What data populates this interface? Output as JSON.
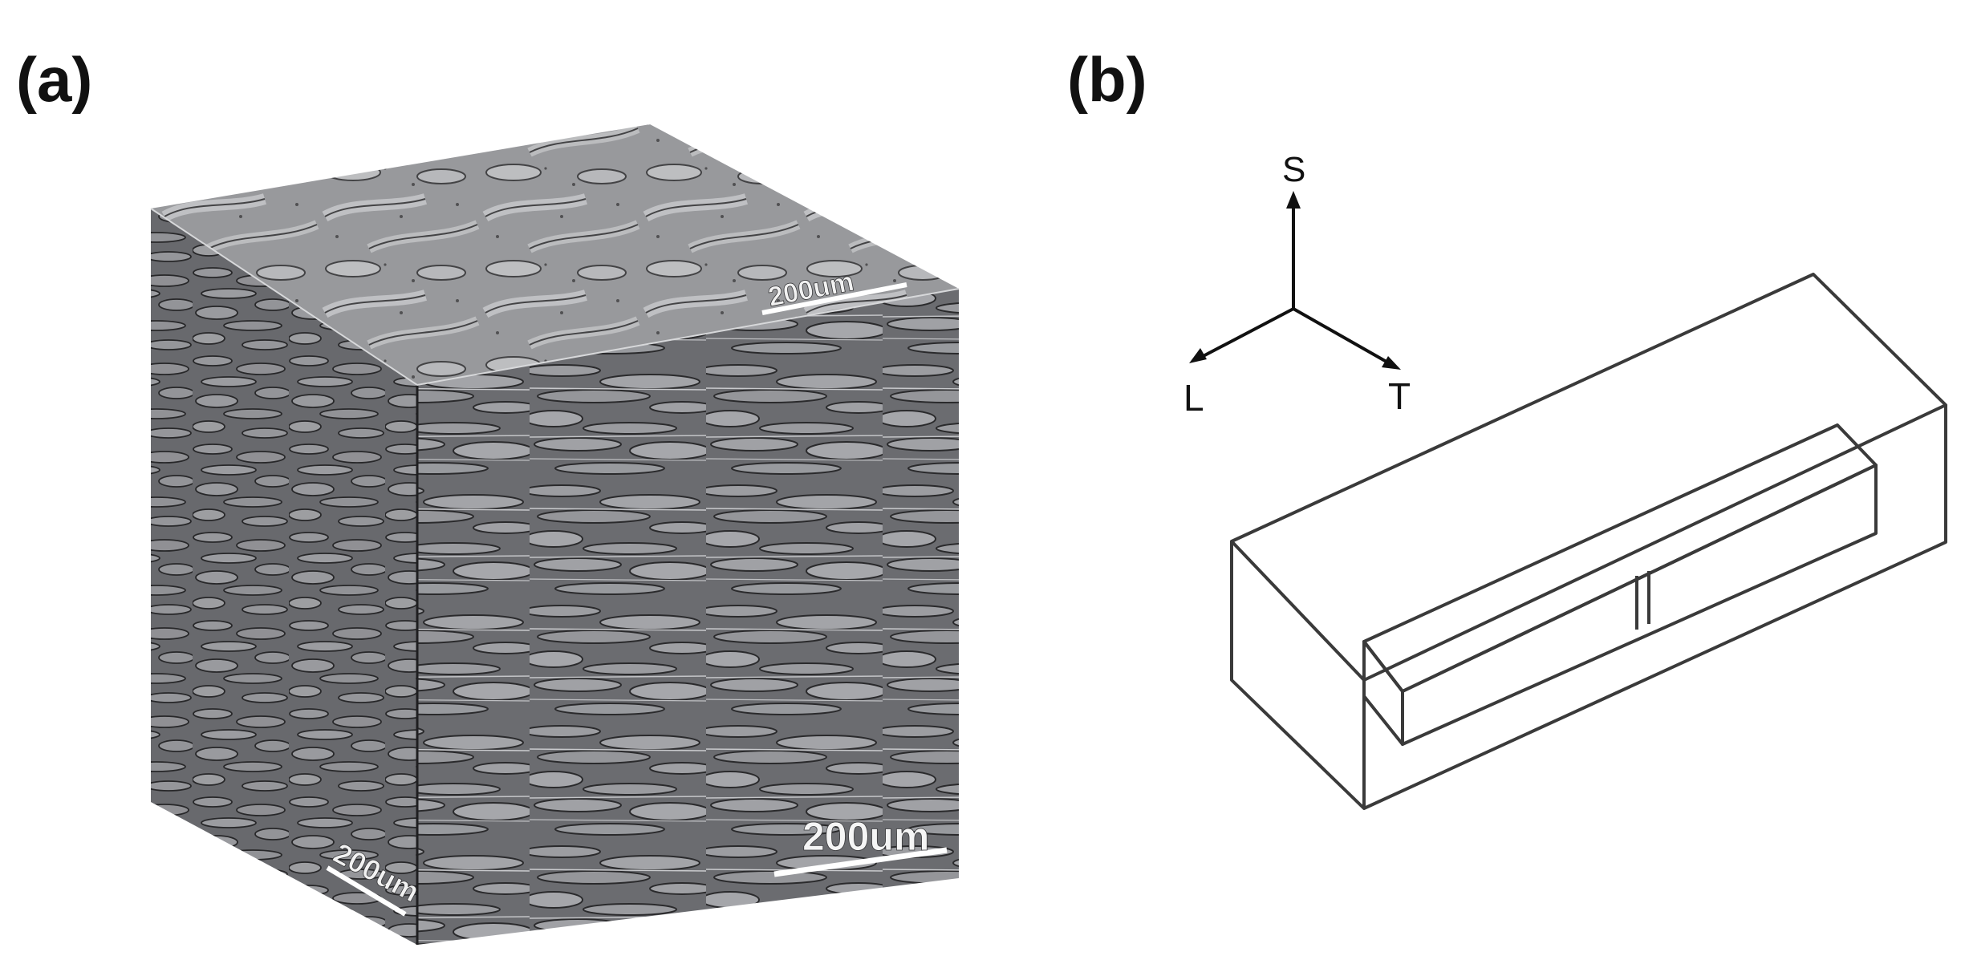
{
  "panels": {
    "a": {
      "label": "(a)"
    },
    "b": {
      "label": "(b)"
    }
  },
  "cube": {
    "scale_bars": {
      "top": "200um",
      "left": "200um",
      "front": "200um"
    }
  },
  "axes": {
    "up": "S",
    "left": "L",
    "right": "T"
  },
  "colors": {
    "ink": "#111111",
    "line": "#3a3a3a",
    "matrix": "#6e6f73",
    "grain": "#9a9b9f",
    "boundary": "#2a2a2c"
  }
}
